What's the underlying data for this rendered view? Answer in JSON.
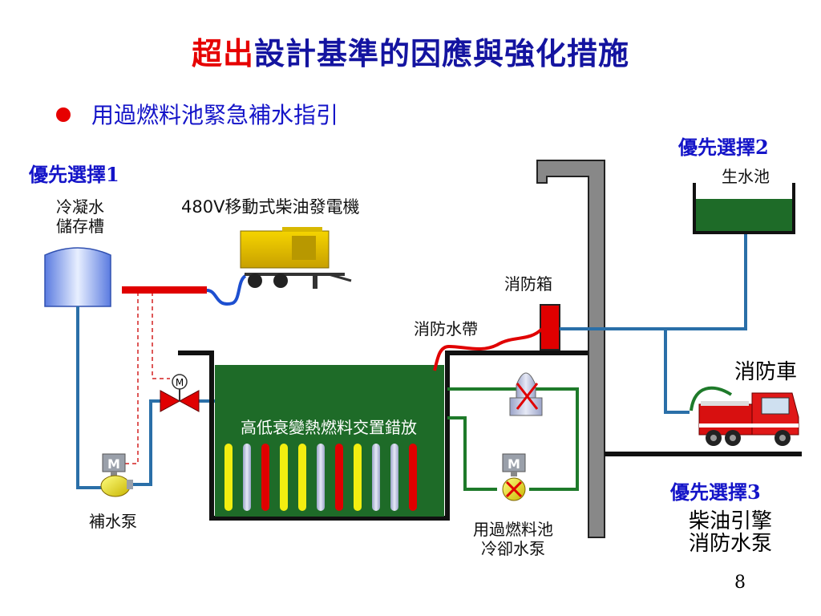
{
  "slide": {
    "title_red": "超出",
    "title_rest": "設計基準的因應與強化措施",
    "bullet": "用過燃料池緊急補水指引",
    "page_number": "8"
  },
  "priorities": {
    "p1": "優先選擇1",
    "p2": "優先選擇2",
    "p3": "優先選擇3"
  },
  "labels": {
    "condensate_tank": [
      "冷凝水",
      "儲存槽"
    ],
    "generator": "480V移動式柴油發電機",
    "makeup_pump": "補水泵",
    "fuel_arrangement": "高低衰變熱燃料交置錯放",
    "fire_box": "消防箱",
    "fire_hose": "消防水帶",
    "raw_water_pond": "生水池",
    "fire_truck": "消防車",
    "diesel_pump": [
      "柴油引擎",
      "消防水泵"
    ],
    "cooling_pump": [
      "用過燃料池",
      "冷卻水泵"
    ],
    "motor_symbol": "M"
  },
  "colors": {
    "title_blue": "#1414a0",
    "accent_red": "#e60000",
    "pipe_blue": "#2a6fa8",
    "pool_green": "#1e6b28",
    "pipe_green": "#1e7a2a"
  },
  "fuel_rods": [
    "yellow",
    "silver",
    "red",
    "yellow",
    "yellow",
    "silver",
    "red",
    "yellow",
    "silver",
    "silver",
    "red"
  ]
}
